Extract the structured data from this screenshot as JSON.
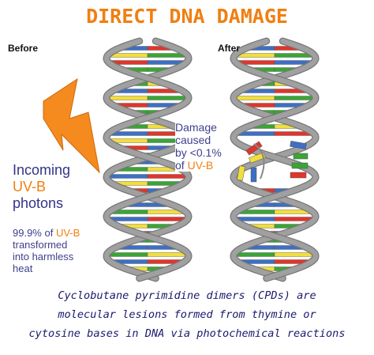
{
  "title": "DIRECT DNA DAMAGE",
  "panels": {
    "before_label": "Before",
    "after_label": "After"
  },
  "incoming": {
    "line1": "Incoming",
    "line2": "UV-B",
    "line3": "photons"
  },
  "absorbed": {
    "pct": "99.9% of ",
    "uvb": "UV-B",
    "line2": "transformed",
    "line3": "into harmless",
    "line4": "heat"
  },
  "damage_note": {
    "line1": "Damage",
    "line2": "caused",
    "line3": "by <0.1%",
    "line4_pre": "of ",
    "line4_uvb": "UV-B"
  },
  "caption": {
    "line1": "Cyclobutane pyrimidine dimers (CPDs) are",
    "line2": "molecular lesions formed from thymine or",
    "line3": "cytosine bases in DNA via photochemical reactions"
  },
  "colors": {
    "title": "#f07f12",
    "uvb_orange": "#f07f12",
    "text_blue": "#33338a",
    "text_purple": "#3f3f8f",
    "caption_navy": "#1a1a6e",
    "strand_gray": "#a0a0a0",
    "bolt_orange": "#f58a1f",
    "base_green": "#3aa535",
    "base_blue": "#3d6fc4",
    "base_yellow": "#f2de3c",
    "base_red": "#e0352b"
  },
  "icons": {
    "bolt": "lightning-bolt-icon",
    "helix_before": "dna-helix-before",
    "helix_after": "dna-helix-after"
  }
}
